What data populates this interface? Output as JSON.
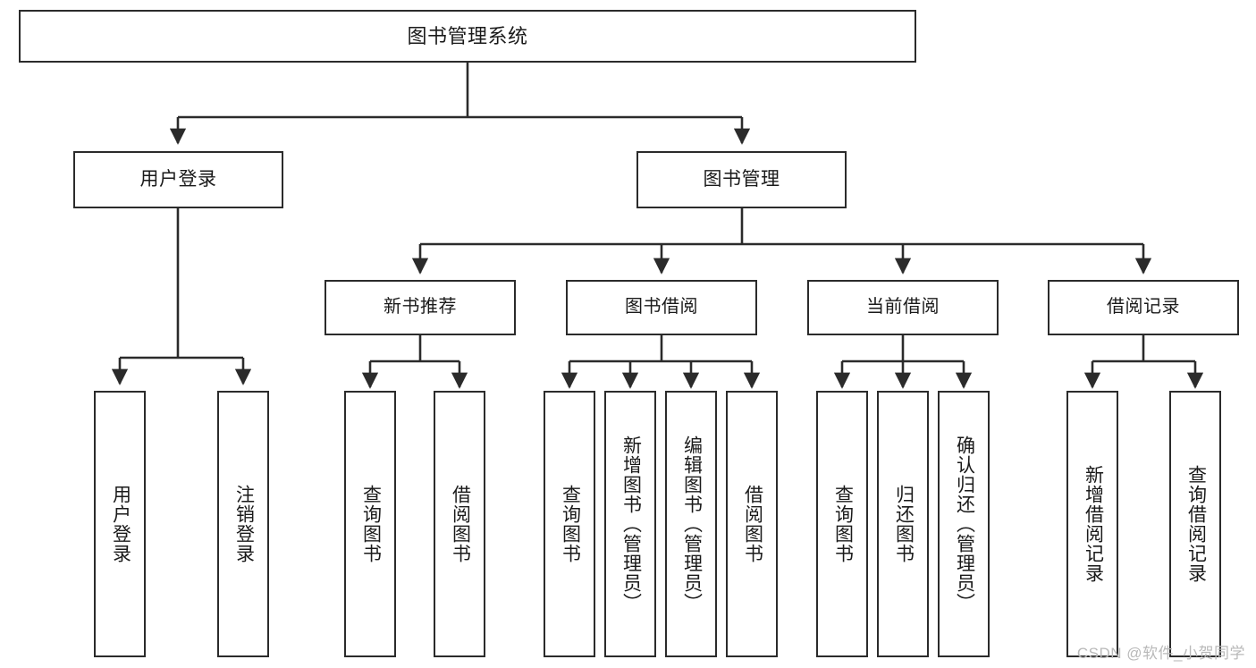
{
  "diagram": {
    "type": "tree-hierarchy-chart",
    "title": "图书管理系统",
    "watermark": "CSDN @软件_小贺同学",
    "colors": {
      "box_border": "#2b2b2b",
      "box_fill": "#ffffff",
      "connector": "#2b2b2b",
      "text": "#1a1a1a",
      "watermark": "#b9b9b9",
      "background": "#ffffff"
    },
    "nodes": {
      "root": {
        "label": "图书管理系统"
      },
      "level1": [
        {
          "label": "用户登录"
        },
        {
          "label": "图书管理"
        }
      ],
      "level2": [
        {
          "label": "新书推荐"
        },
        {
          "label": "图书借阅"
        },
        {
          "label": "当前借阅"
        },
        {
          "label": "借阅记录"
        }
      ],
      "leaves": {
        "user_login": [
          {
            "label": "用户登录"
          },
          {
            "label": "注销登录"
          }
        ],
        "new_book_recommend": [
          {
            "label": "查询图书"
          },
          {
            "label": "借阅图书"
          }
        ],
        "book_borrow": [
          {
            "label": "查询图书"
          },
          {
            "label": "新增图书（管理员）"
          },
          {
            "label": "编辑图书（管理员）"
          },
          {
            "label": "借阅图书"
          }
        ],
        "current_borrow": [
          {
            "label": "查询图书"
          },
          {
            "label": "归还图书"
          },
          {
            "label": "确认归还（管理员）"
          }
        ],
        "borrow_record": [
          {
            "label": "新增借阅记录"
          },
          {
            "label": "查询借阅记录"
          }
        ]
      }
    }
  }
}
